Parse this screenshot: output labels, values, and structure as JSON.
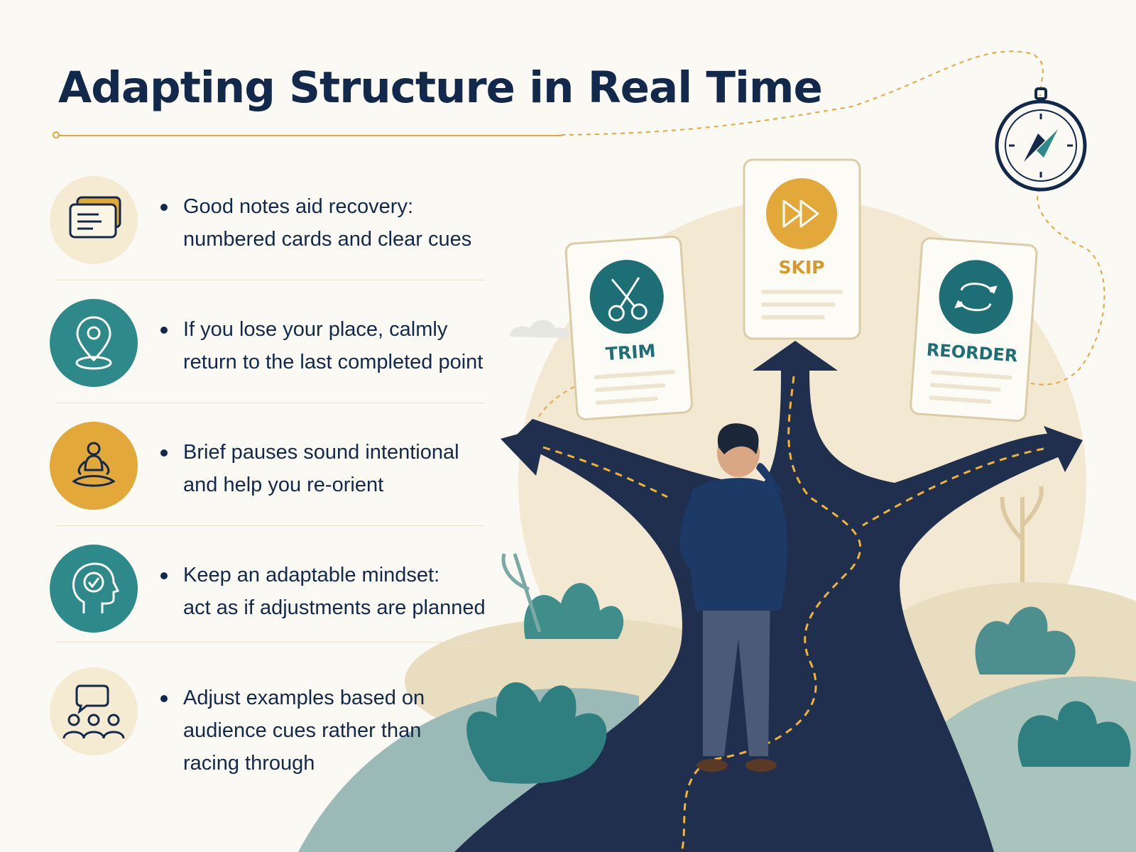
{
  "title": "Adapting Structure in Real Time",
  "items": [
    {
      "icon": "note-cards-icon",
      "text": "Good notes aid recovery:\nnumbered cards and clear cues",
      "color": "#f5ead2"
    },
    {
      "icon": "location-pin-icon",
      "text": "If you lose your place, calmly\nreturn to the last completed point",
      "color": "#2e8a8a"
    },
    {
      "icon": "meditation-icon",
      "text": "Brief pauses sound intentional\nand help you re-orient",
      "color": "#e2a83a"
    },
    {
      "icon": "head-check-icon",
      "text": "Keep an adaptable mindset:\nact as if adjustments are planned",
      "color": "#2e8a8a"
    },
    {
      "icon": "audience-chat-icon",
      "text": "Adjust examples based on\naudience cues rather than\nracing through",
      "color": "#f5ead2"
    }
  ],
  "cards": {
    "trim": {
      "label": "TRIM",
      "icon": "scissors-icon"
    },
    "skip": {
      "label": "SKIP",
      "icon": "fast-forward-icon"
    },
    "reorder": {
      "label": "REORDER",
      "icon": "cycle-arrows-icon"
    }
  },
  "colors": {
    "navy": "#13294b",
    "teal": "#2e8a8a",
    "gold": "#e2a83a",
    "cream": "#f5ead2",
    "background": "#fbf9f3"
  },
  "illustration": {
    "figure": "thinking-man",
    "accessory": "compass-icon"
  }
}
